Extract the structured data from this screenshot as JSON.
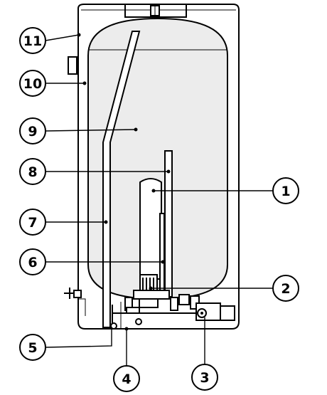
{
  "colors": {
    "line": "#000000",
    "tank_fill": "#ececec",
    "water_fill": "#dedede",
    "background": "#ffffff"
  },
  "callouts": [
    {
      "id": "c1",
      "label": "1"
    },
    {
      "id": "c2",
      "label": "2"
    },
    {
      "id": "c3",
      "label": "3"
    },
    {
      "id": "c4",
      "label": "4"
    },
    {
      "id": "c5",
      "label": "5"
    },
    {
      "id": "c6",
      "label": "6"
    },
    {
      "id": "c7",
      "label": "7"
    },
    {
      "id": "c8",
      "label": "8"
    },
    {
      "id": "c9",
      "label": "9"
    },
    {
      "id": "c10",
      "label": "10"
    },
    {
      "id": "c11",
      "label": "11"
    }
  ]
}
